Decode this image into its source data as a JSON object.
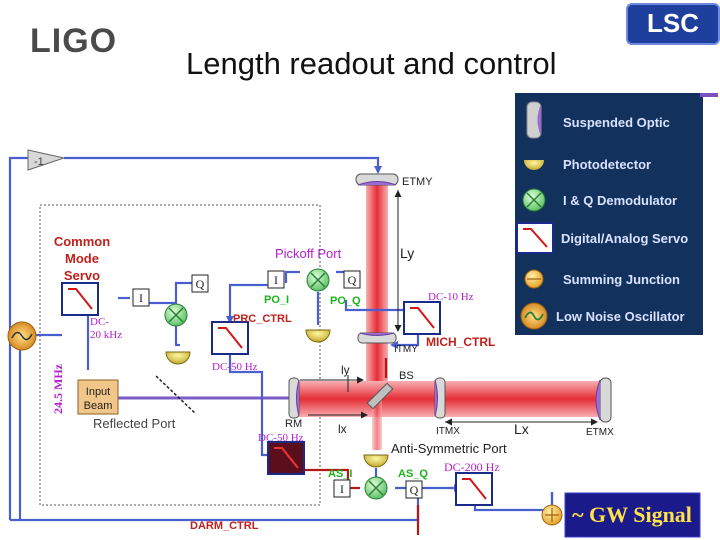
{
  "header": {
    "ligo_logo": "LIGO",
    "lsc_logo": "LSC",
    "title": "Length readout and control"
  },
  "legend": {
    "items": [
      {
        "icon": "suspended-optic-icon",
        "label": "Suspended Optic"
      },
      {
        "icon": "photodetector-icon",
        "label": "Photodetector"
      },
      {
        "icon": "iq-demodulator-icon",
        "label": "I & Q Demodulator"
      },
      {
        "icon": "servo-icon",
        "label": "Digital/Analog Servo"
      },
      {
        "icon": "summing-junction-icon",
        "label": "Summing  Junction"
      },
      {
        "icon": "oscillator-icon",
        "label": "Low Noise Oscillator"
      }
    ]
  },
  "labels": {
    "minus_one": "-1",
    "etmy": "ETMY",
    "ly": "Ly",
    "common_mode_servo": [
      "Common",
      "Mode",
      "Servo"
    ],
    "pickoff_port": "Pickoff Port",
    "i": "I",
    "q": "Q",
    "po_i": "PO_I",
    "po_q": "PO_Q",
    "dc_10hz": "DC-10 Hz",
    "dc_20khz": [
      "DC-",
      "20 kHz"
    ],
    "prc_ctrl": "PRC_CTRL",
    "mich_ctrl": "MICH_CTRL",
    "itmy": "ITMY",
    "dc_50hz": "DC-50 Hz",
    "freq_245": "24.5 MHz",
    "input_beam": [
      "Input",
      "Beam"
    ],
    "ly_small": "ly",
    "bs": "BS",
    "reflected_port": "Reflected Port",
    "rm": "RM",
    "lx_small": "lx",
    "itmx": "ITMX",
    "lx": "Lx",
    "etmx": "ETMX",
    "as_dc_50hz": "DC-50 Hz",
    "anti_symmetric_port": "Anti-Symmetric Port",
    "dc_200hz": "DC-200 Hz",
    "as_i": "AS_I",
    "as_q": "AS_Q",
    "darm_ctrl": "DARM_CTRL",
    "gw_signal": "~ GW Signal"
  },
  "colors": {
    "blue_line": "#4a5fcf",
    "red_line": "#b01818",
    "beam_red": "#e8323a",
    "legend_bg": "#12315c",
    "gw_bg": "#1a1a8a",
    "gw_text": "#ffe14a",
    "label_red": "#c0211c",
    "label_magenta": "#b51fd0",
    "label_green": "#1bb51b"
  }
}
